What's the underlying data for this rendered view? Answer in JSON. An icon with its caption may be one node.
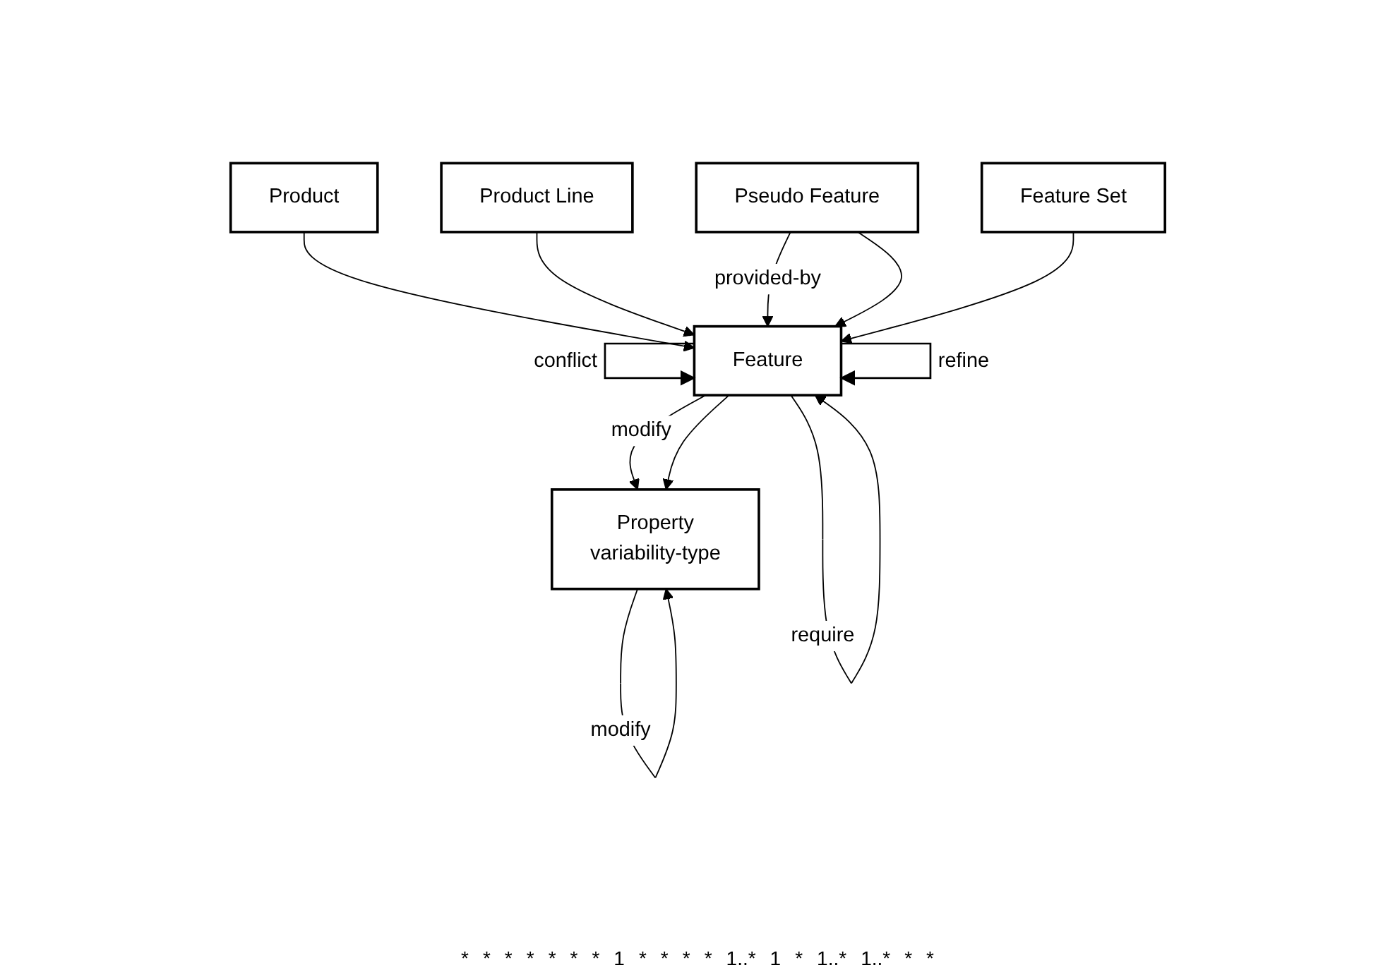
{
  "diagram": {
    "nodes": [
      {
        "text": [
          "Property",
          "variability-type"
        ]
      },
      {
        "text": [
          "Product"
        ]
      },
      {
        "text": [
          "Feature"
        ]
      },
      {
        "text": [
          "Product Line"
        ]
      },
      {
        "text": [
          "Pseudo Feature"
        ]
      },
      {
        "text": [
          "Feature Set"
        ]
      }
    ],
    "edges": [
      {
        "from": 0,
        "to": 0,
        "arrow": "to",
        "label": "modify"
      },
      {
        "from": 2,
        "to": 0,
        "arrow": "to",
        "label": "modify"
      },
      {
        "from": 2,
        "to": 0,
        "arrow": "to"
      },
      {
        "from": 2,
        "to": 2,
        "arrow": "to",
        "label": "require"
      },
      {
        "from": 2,
        "to": 2,
        "arrow": "to",
        "label": "conflict"
      },
      {
        "from": 1,
        "to": 2,
        "arrow": "to"
      },
      {
        "from": 3,
        "to": 2,
        "arrow": "to"
      },
      {
        "from": 2,
        "to": 2,
        "arrow": "to",
        "label": "refine"
      },
      {
        "from": 4,
        "to": 2,
        "arrow": "to",
        "label": "provided-by"
      },
      {
        "from": 4,
        "to": 2,
        "arrow": "to"
      },
      {
        "from": 5,
        "to": 2,
        "arrow": "to"
      }
    ],
    "labels": [
      "*",
      "*",
      "*",
      "*",
      "*",
      "*",
      "*",
      "1",
      "*",
      "*",
      "*",
      "*",
      "1..*",
      "1",
      "*",
      "1..*",
      "1..*",
      "*",
      "*"
    ]
  }
}
